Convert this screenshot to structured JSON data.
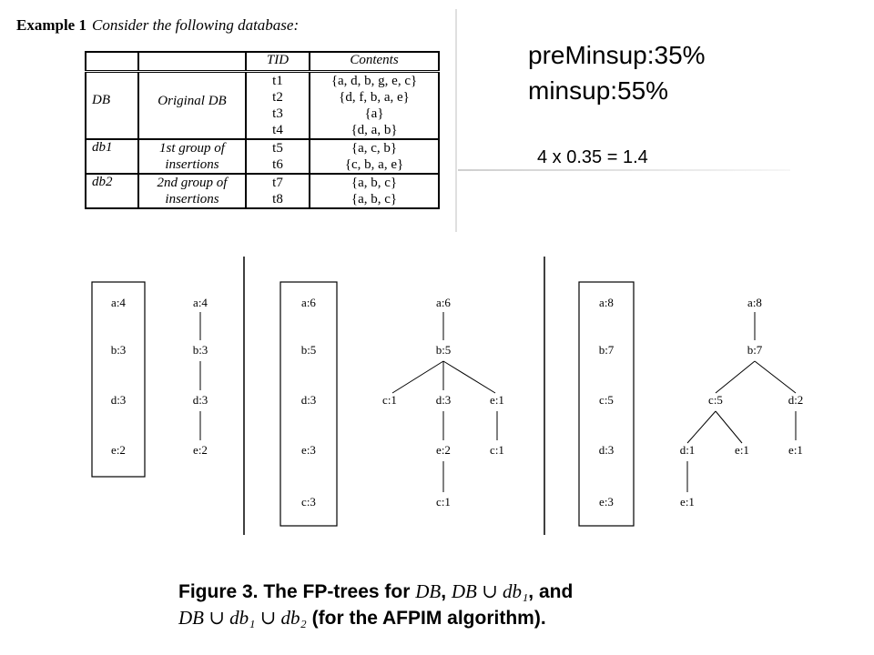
{
  "example": {
    "label": "Example 1",
    "intro": "Consider the following database:"
  },
  "table": {
    "headers": [
      "",
      "",
      "TID",
      "Contents"
    ],
    "groups": [
      {
        "name": "DB",
        "desc": "Original DB",
        "tids": [
          "t1",
          "t2",
          "t3",
          "t4"
        ],
        "contents": [
          "{a, d, b, g, e, c}",
          "{d, f, b, a, e}",
          "{a}",
          "{d, a, b}"
        ]
      },
      {
        "name": "db1",
        "desc": "1st group of insertions",
        "tids": [
          "t5",
          "t6"
        ],
        "contents": [
          "{a, c, b}",
          "{c, b, a, e}"
        ]
      },
      {
        "name": "db2",
        "desc": "2nd group of insertions",
        "tids": [
          "t7",
          "t8"
        ],
        "contents": [
          "{a, b, c}",
          "{a, b, c}"
        ]
      }
    ]
  },
  "annotations": {
    "preminsup": "preMinsup:35%",
    "minsup": "minsup:55%",
    "calc": "4 x 0.35 = 1.4"
  },
  "figure": {
    "panel1": {
      "header_table": [
        "a:4",
        "b:3",
        "d:3",
        "e:2"
      ],
      "tree": {
        "a": "a:4",
        "b": "b:3",
        "d": "d:3",
        "e": "e:2"
      }
    },
    "panel2": {
      "header_table": [
        "a:6",
        "b:5",
        "d:3",
        "e:3",
        "c:3"
      ],
      "tree": {
        "a": "a:6",
        "b": "b:5",
        "c_left": "c:1",
        "d": "d:3",
        "e_right": "e:1",
        "e_mid": "e:2",
        "c_right": "c:1",
        "c_bottom": "c:1"
      }
    },
    "panel3": {
      "header_table": [
        "a:8",
        "b:7",
        "c:5",
        "d:3",
        "e:3"
      ],
      "tree": {
        "a": "a:8",
        "b": "b:7",
        "c": "c:5",
        "d_right": "d:2",
        "d_left": "d:1",
        "e_mid": "e:1",
        "e_right": "e:1",
        "e_bottom": "e:1"
      }
    }
  },
  "caption": {
    "line1_text": "Figure 3. The FP-trees for ",
    "line1_math1": "DB",
    "sep1": ", ",
    "line1_math2": "DB ∪ db₁",
    "sep2": ", and",
    "line2_math": "DB ∪ db₁ ∪ db₂",
    "line2_text": " (for the AFPIM algorithm)."
  }
}
